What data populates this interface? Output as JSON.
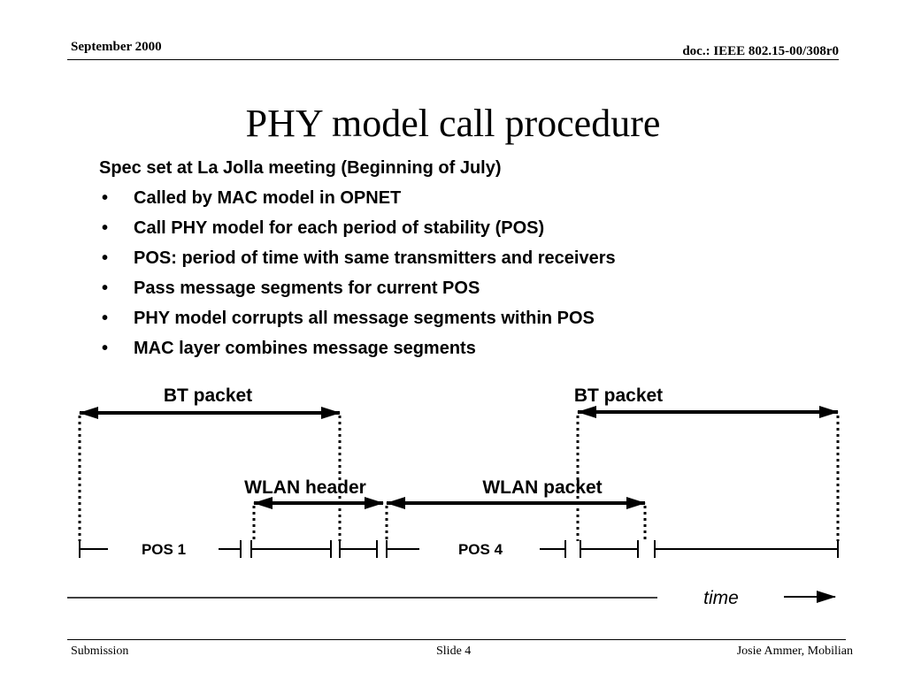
{
  "header": {
    "date": "September 2000",
    "doc_id": "doc.: IEEE 802.15-00/308r0"
  },
  "title": "PHY model call procedure",
  "bullets": [
    "Spec set at La Jolla meeting (Beginning of July)",
    "Called by MAC model in OPNET",
    "Call PHY model for each period of stability (POS)",
    "POS: period of time with same transmitters and receivers",
    "Pass message segments for current POS",
    "PHY model corrupts all message segments within POS",
    "MAC layer combines message segments"
  ],
  "diagram": {
    "bt_packet_1": "BT packet",
    "bt_packet_2": "BT packet",
    "wlan_header": "WLAN header",
    "wlan_packet": "WLAN packet",
    "pos_1": "POS 1",
    "pos_4": "POS 4",
    "time_label": "time"
  },
  "footer": {
    "left": "Submission",
    "center": "Slide 4",
    "right": "Josie Ammer, Mobilian"
  }
}
